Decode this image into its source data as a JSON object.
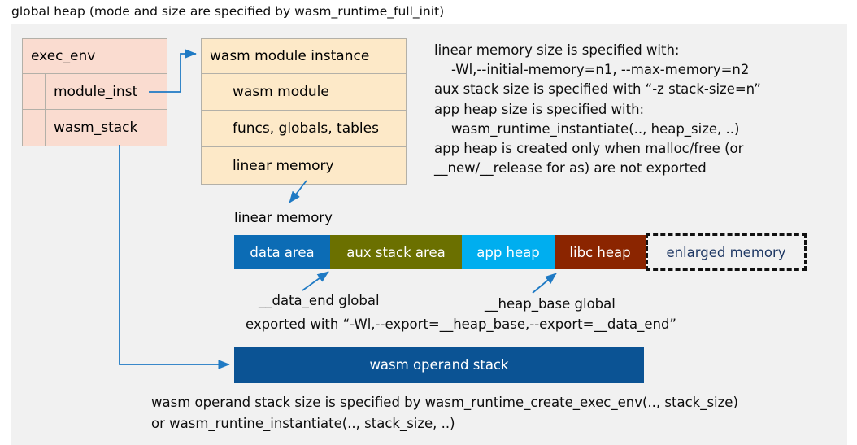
{
  "title": "global heap (mode and size are specified by wasm_runtime_full_init)",
  "colors": {
    "panel_bg": "#f1f1f1",
    "exec_env_fill": "#fadcd0",
    "module_instance_fill": "#fde9c8",
    "box_border": "#b3b0a8",
    "connector": "#1f7ac4",
    "data_area": "#0c6cb5",
    "aux_stack_area": "#6b7000",
    "app_heap": "#00aeef",
    "libc_heap": "#8b2500",
    "enlarged_memory_border": "#111111",
    "enlarged_memory_text": "#1f3864",
    "operand_stack_fill": "#0b5394"
  },
  "exec_env": {
    "header": "exec_env",
    "rows": [
      {
        "label": "module_inst"
      },
      {
        "label": "wasm_stack"
      }
    ]
  },
  "module_instance": {
    "header": "wasm module instance",
    "rows": [
      {
        "label": "wasm module"
      },
      {
        "label": "funcs, globals, tables"
      },
      {
        "label": "linear memory"
      }
    ]
  },
  "info_text": "linear memory size is specified with:\n    -Wl,--initial-memory=n1, --max-memory=n2\naux stack size is specified with “-z stack-size=n”\napp heap size is specified with:\n    wasm_runtime_instantiate(.., heap_size, ..)\napp heap is created only when malloc/free (or\n__new/__release for as) are not exported",
  "linear_memory": {
    "label": "linear memory",
    "segments": [
      {
        "label": "data area",
        "color": "#0c6cb5",
        "width": 118,
        "dashed": false
      },
      {
        "label": "aux stack area",
        "color": "#6b7000",
        "width": 162,
        "dashed": false
      },
      {
        "label": "app heap",
        "color": "#00aeef",
        "width": 114,
        "dashed": false
      },
      {
        "label": "libc heap",
        "color": "#8b2500",
        "width": 112,
        "dashed": false
      },
      {
        "label": "enlarged memory",
        "color": "#f1f1f1",
        "width": 198,
        "dashed": true
      }
    ]
  },
  "annotations": {
    "data_end": "__data_end global",
    "heap_base": "__heap_base global",
    "exported_with": "exported with “-Wl,--export=__heap_base,--export=__data_end”"
  },
  "operand_stack": {
    "label": "wasm operand stack"
  },
  "bottom_note": "wasm operand stack size is specified by wasm_runtime_create_exec_env(.., stack_size)\nor wasm_runtine_instantiate(.., stack_size, ..)"
}
